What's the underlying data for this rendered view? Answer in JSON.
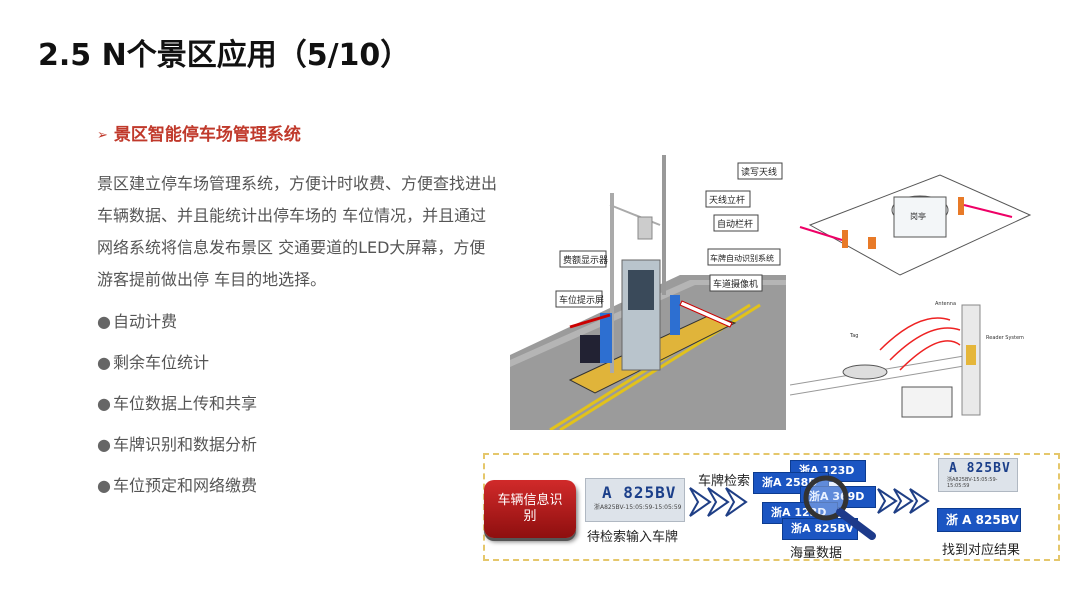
{
  "slide": {
    "title": "2.5 N个景区应用（5/10）",
    "section_heading": "景区智能停车场管理系统",
    "intro": "景区建立停车场管理系统，方便计时收费、方便查找进出车辆数据、并且能统计出停车场的 车位情况，并且通过网络系统将信息发布景区 交通要道的LED大屏幕，方便游客提前做出停 车目的地选择。",
    "bullets": [
      "自动计费",
      "剩余车位统计",
      "车位数据上传和共享",
      "车牌识别和数据分析",
      "车位预定和网络缴费"
    ],
    "bullet_symbol": "●",
    "section_arrow": "➢"
  },
  "parking_illustration": {
    "labels": {
      "read_antenna": "读写天线",
      "antenna_pole": "天线立杆",
      "auto_barrier": "自动栏杆",
      "plate_system": "车牌自动识别系统",
      "lane_camera": "车道摄像机",
      "fee_display": "费额显示器",
      "space_display": "车位提示屏"
    }
  },
  "gate_diagram": {
    "booth_label": "岗亭"
  },
  "rfid_diagram": {
    "antenna": "Antenna",
    "tag": "Tag",
    "reader": "Reader System"
  },
  "flow": {
    "vehicle_button": "车辆信息识别",
    "input_plate_caption": "待检索输入车牌",
    "search_label": "车牌检索",
    "massive_data_caption": "海量数据",
    "result_caption": "找到对应结果",
    "plate_number": "A 825BV",
    "plate_timestamp": "浙A825BV-15:05:59-15:05:59",
    "data_plates": [
      "浙A 123D",
      "浙A 258D",
      "浙A 369D",
      "浙A 825BV"
    ],
    "result_box": "浙 A 825BV"
  },
  "colors": {
    "accent_red": "#c0392b",
    "flow_border": "#e5c76b",
    "plate_blue": "#1b55c2"
  }
}
